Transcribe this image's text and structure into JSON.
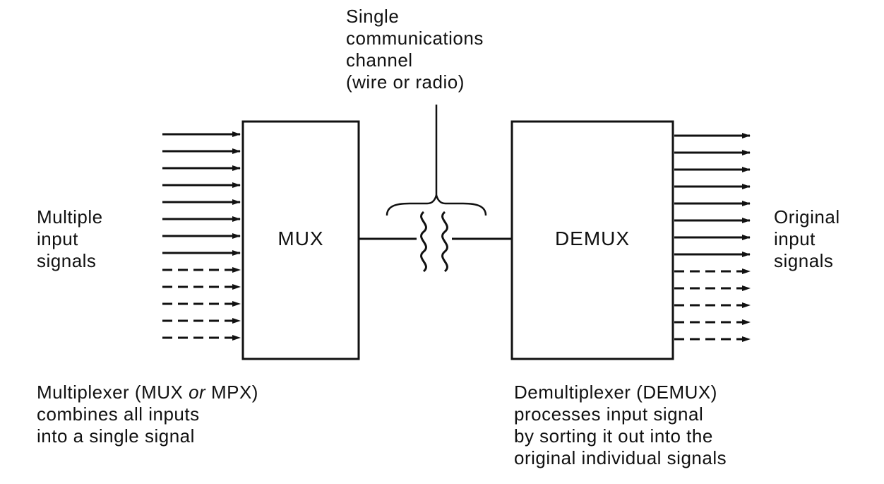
{
  "diagram": {
    "channel_label": [
      "Single",
      "communications",
      "channel",
      "(wire or radio)"
    ],
    "mux_label": "MUX",
    "demux_label": "DEMUX",
    "inputs_label": [
      "Multiple",
      "input",
      "signals"
    ],
    "outputs_label": [
      "Original",
      "input",
      "signals"
    ],
    "mux_caption": {
      "line1_pre": "Multiplexer (MUX ",
      "line1_or": "or",
      "line1_post": " MPX)",
      "line2": "combines all inputs",
      "line3": "into a single signal"
    },
    "demux_caption": [
      "Demultiplexer (DEMUX)",
      "processes input signal",
      "by sorting it out into the",
      "original individual signals"
    ],
    "line_color": "#111111"
  }
}
